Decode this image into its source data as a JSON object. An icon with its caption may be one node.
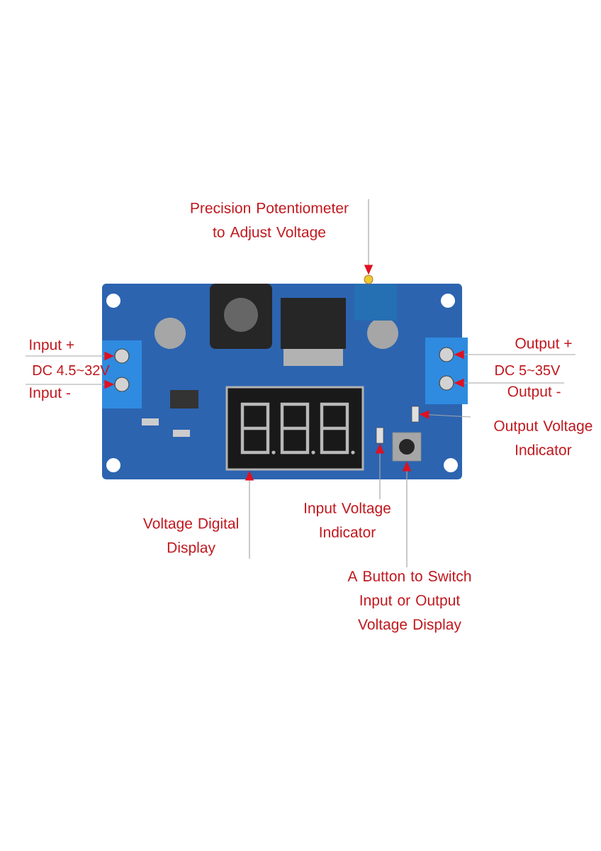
{
  "diagram": {
    "nodes": [
      {
        "text": [
          "Precision Potentiometer to Adjust Voltage"
        ]
      },
      {
        "text": [],
        "shape": "circle"
      },
      {
        "text": [
          "Input +"
        ]
      },
      {
        "text": [
          "Input -"
        ]
      },
      {
        "text": [],
        "shape": "circle"
      },
      {
        "text": [],
        "shape": "circle"
      },
      {
        "text": [],
        "shape": "circle"
      },
      {
        "text": [],
        "shape": "circle"
      },
      {
        "text": [
          "Output +"
        ]
      },
      {
        "text": [
          "Output -"
        ]
      },
      {
        "text": [],
        "shape": "box"
      },
      {
        "text": [
          "Output Voltage Indicator"
        ]
      },
      {
        "text": [],
        "shape": "picture"
      },
      {
        "text": [],
        "shape": "box"
      },
      {
        "text": [],
        "shape": "picture"
      },
      {
        "text": [
          "Voltage Digital Display"
        ]
      },
      {
        "text": [
          "Input Voltage Indicator"
        ]
      },
      {
        "text": [
          "A Button to Switch Input or Output Voltage Display"
        ]
      }
    ],
    "edges": [
      {
        "from": 0,
        "to": 1,
        "arrow": "to"
      },
      {
        "from": 2,
        "to": 4,
        "arrow": "to"
      },
      {
        "from": 3,
        "to": 5,
        "arrow": "to"
      },
      {
        "from": 8,
        "to": 6,
        "arrow": "to"
      },
      {
        "from": 9,
        "to": 7,
        "arrow": "to"
      },
      {
        "from": 11,
        "to": 10,
        "arrow": "to"
      },
      {
        "from": 15,
        "to": 12,
        "arrow": "to"
      },
      {
        "from": 16,
        "to": 13,
        "arrow": "to"
      },
      {
        "from": 17,
        "to": 14,
        "arrow": "to"
      }
    ],
    "labels": [
      "DC 4.5~32V",
      "DC 5~35V"
    ]
  }
}
